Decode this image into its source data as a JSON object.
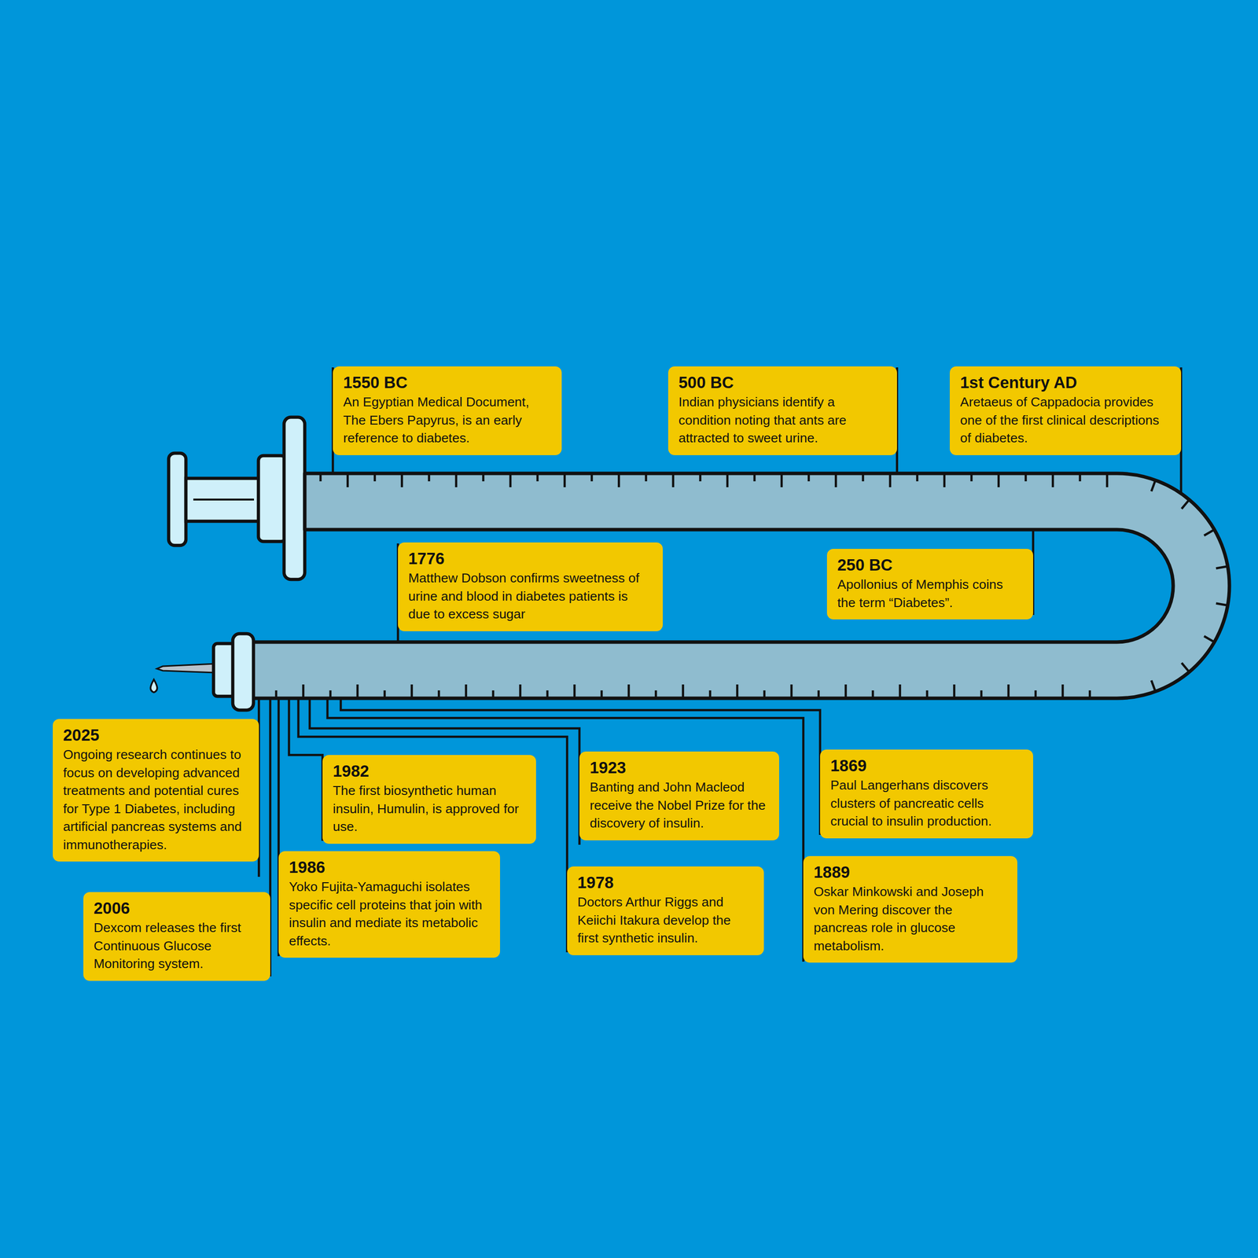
{
  "diagram": {
    "nodes": [
      {
        "text": [
          "1550 BC",
          "An Egyptian Medical Document, The Ebers Papyrus, is an early reference to diabetes."
        ]
      },
      {
        "text": [
          "500 BC",
          "Indian physicians identify a condition noting that ants are attracted to sweet urine."
        ]
      },
      {
        "text": [
          "250 BC",
          "Apollonius of Memphis coins the term “Diabetes”."
        ]
      },
      {
        "text": [
          "1st Century AD",
          "Aretaeus of Cappadocia provides one of the first  clinical descriptions of diabetes."
        ]
      },
      {
        "text": [
          "1776",
          "Matthew Dobson confirms sweetness of urine and blood in diabetes patients is due to excess sugar"
        ]
      },
      {
        "text": [
          "1869",
          "Paul Langerhans discovers clusters of pancreatic cells crucial to insulin production."
        ]
      },
      {
        "text": [
          "1889",
          "Oskar Minkowski and Joseph von Mering discover the pancreas role in glucose metabolism."
        ]
      },
      {
        "text": [
          "1923",
          "Banting and John Macleod receive the Nobel Prize for the discovery of insulin."
        ]
      },
      {
        "text": [
          "1978",
          "Doctors Arthur Riggs and Keiichi Itakura develop the first synthetic insulin."
        ]
      },
      {
        "text": [
          "1982",
          "The first biosynthetic human insulin, Humulin, is approved for use."
        ]
      },
      {
        "text": [
          "1986",
          "Yoko Fujita-Yamaguchi isolates specific cell proteins that join with insulin and mediate its metabolic effects."
        ]
      },
      {
        "text": [
          "2006",
          "Dexcom releases the first Continuous Glucose Monitoring system."
        ]
      },
      {
        "text": [
          "2025",
          "Ongoing research continues to focus on developing advanced treatments and potential cures for Type 1 Diabetes, including artificial pancreas systems and immunotherapies."
        ]
      }
    ],
    "edges": []
  }
}
